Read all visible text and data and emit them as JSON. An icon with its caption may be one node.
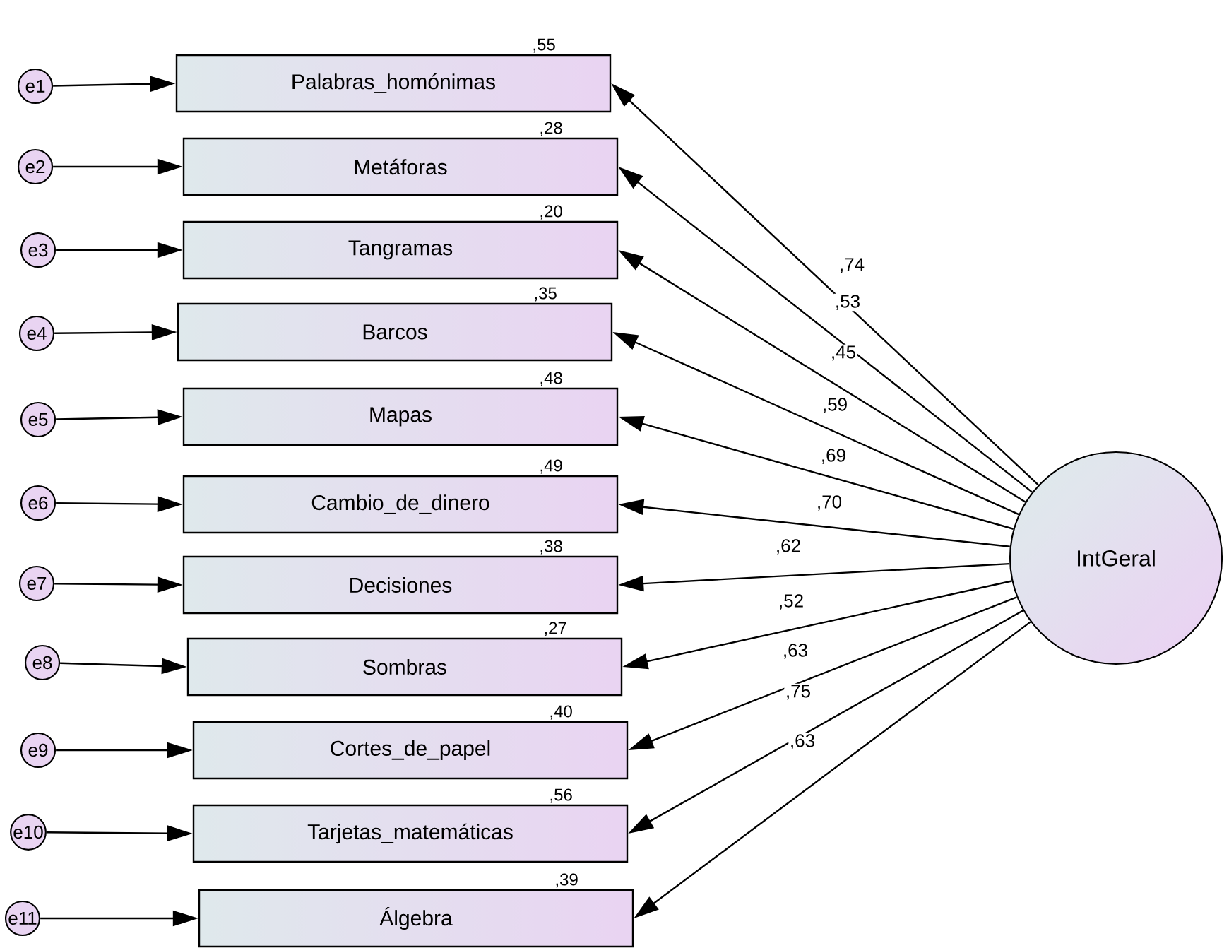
{
  "diagram": {
    "nodes": [
      {
        "text": [
          "Palabras_homónimas"
        ],
        "beside": [
          ",55"
        ]
      },
      {
        "text": [
          "Metáforas"
        ],
        "beside": [
          ",28"
        ]
      },
      {
        "text": [
          "Tangramas"
        ],
        "beside": [
          ",20"
        ]
      },
      {
        "text": [
          "Barcos"
        ],
        "beside": [
          ",35"
        ]
      },
      {
        "text": [
          "Mapas"
        ],
        "beside": [
          ",48"
        ]
      },
      {
        "text": [
          "Cambio_de_dinero"
        ],
        "beside": [
          ",49"
        ]
      },
      {
        "text": [
          "Decisiones"
        ],
        "beside": [
          ",38"
        ]
      },
      {
        "text": [
          "Sombras"
        ],
        "beside": [
          ",27"
        ]
      },
      {
        "text": [
          "Cortes_de_papel"
        ],
        "beside": [
          ",40"
        ]
      },
      {
        "text": [
          "Tarjetas_matemáticas"
        ],
        "beside": [
          ",56"
        ]
      },
      {
        "text": [
          "Álgebra"
        ],
        "beside": [
          ",39"
        ]
      },
      {
        "text": [
          "e1"
        ]
      },
      {
        "text": [
          "e2"
        ]
      },
      {
        "text": [
          "e3"
        ]
      },
      {
        "text": [
          "e4"
        ]
      },
      {
        "text": [
          "e5"
        ]
      },
      {
        "text": [
          "e6"
        ]
      },
      {
        "text": [
          "e7"
        ]
      },
      {
        "text": [
          "e8"
        ]
      },
      {
        "text": [
          "e9"
        ]
      },
      {
        "text": [
          "e10"
        ]
      },
      {
        "text": [
          "e11"
        ]
      },
      {
        "text": [
          "IntGeral"
        ]
      }
    ],
    "edges": [
      {
        "from": 11,
        "to": 0,
        "arrow": "to"
      },
      {
        "from": 12,
        "to": 1,
        "arrow": "to"
      },
      {
        "from": 13,
        "to": 2,
        "arrow": "to"
      },
      {
        "from": 14,
        "to": 3,
        "arrow": "to"
      },
      {
        "from": 15,
        "to": 4,
        "arrow": "to"
      },
      {
        "from": 16,
        "to": 5,
        "arrow": "to"
      },
      {
        "from": 17,
        "to": 6,
        "arrow": "to"
      },
      {
        "from": 18,
        "to": 7,
        "arrow": "to"
      },
      {
        "from": 19,
        "to": 8,
        "arrow": "to"
      },
      {
        "from": 20,
        "to": 9,
        "arrow": "to"
      },
      {
        "from": 21,
        "to": 10,
        "arrow": "to"
      },
      {
        "from": 22,
        "to": 0,
        "arrow": "to",
        "label": ",74"
      },
      {
        "from": 22,
        "to": 1,
        "arrow": "to",
        "label": ",53"
      },
      {
        "from": 22,
        "to": 2,
        "arrow": "to",
        "label": ",45"
      },
      {
        "from": 22,
        "to": 3,
        "arrow": "to",
        "label": ",59"
      },
      {
        "from": 22,
        "to": 4,
        "arrow": "to",
        "label": ",69"
      },
      {
        "from": 22,
        "to": 5,
        "arrow": "to",
        "label": ",70"
      },
      {
        "from": 22,
        "to": 6,
        "arrow": "to",
        "label": ",62"
      },
      {
        "from": 22,
        "to": 7,
        "arrow": "to",
        "label": ",52"
      },
      {
        "from": 22,
        "to": 8,
        "arrow": "to",
        "label": ",63"
      },
      {
        "from": 22,
        "to": 9,
        "arrow": "to",
        "label": ",75"
      },
      {
        "from": 22,
        "to": 10,
        "arrow": "to",
        "label": ",63"
      }
    ]
  }
}
